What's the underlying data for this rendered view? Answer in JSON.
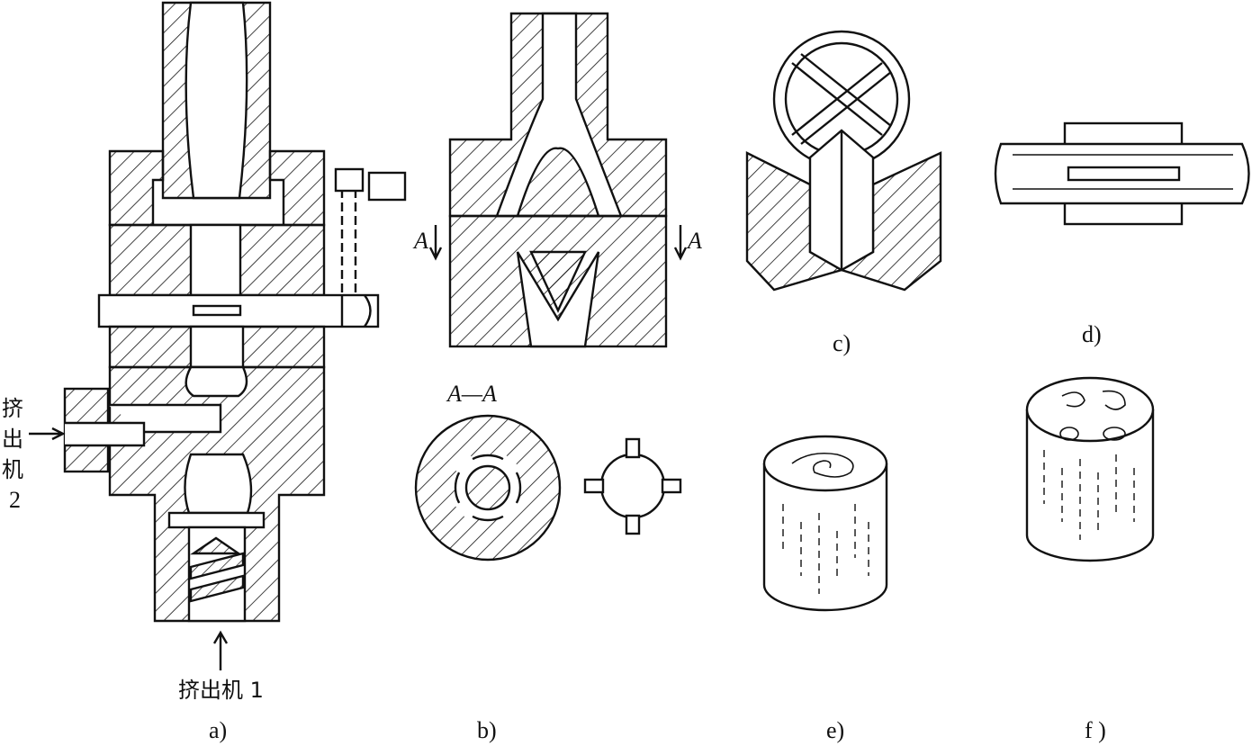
{
  "figure": {
    "panels": [
      {
        "id": "a",
        "caption": "a)"
      },
      {
        "id": "b",
        "caption": "b)"
      },
      {
        "id": "c",
        "caption": "c)"
      },
      {
        "id": "d",
        "caption": "d)"
      },
      {
        "id": "e",
        "caption": "e)"
      },
      {
        "id": "f",
        "caption": "f )"
      }
    ],
    "labels": {
      "extruder1": "挤出机 1",
      "extruder2_lines": [
        "挤",
        "出",
        "机",
        "2"
      ],
      "section_left": "A",
      "section_right": "A",
      "section_view": "A—A"
    }
  }
}
